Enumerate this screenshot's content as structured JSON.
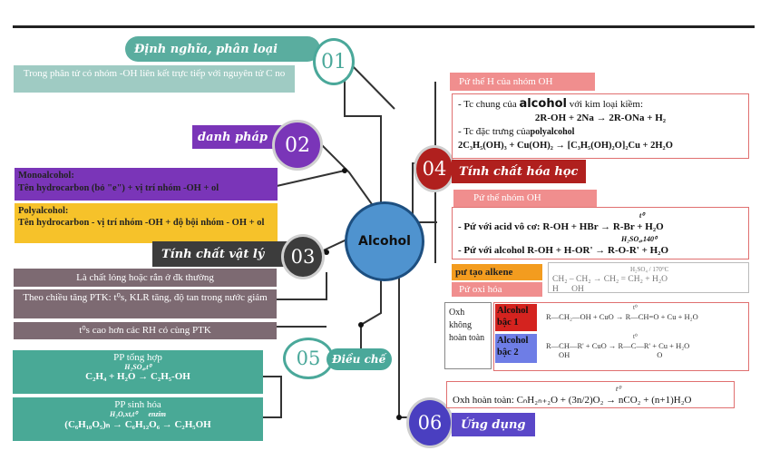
{
  "center": {
    "label": "Alcohol"
  },
  "s01": {
    "num": "01",
    "title": "Định nghĩa, phân loại",
    "text": "Trong phân tử có nhóm -OH liên kết trực tiếp với nguyên tử C no"
  },
  "s02": {
    "num": "02",
    "title": "danh pháp",
    "mono_title": "Monoalcohol:",
    "mono_text": "Tên hydrocarbon (bỏ \"e\") + vị trí nhóm -OH + ol",
    "poly_title": "Polyalcohol:",
    "poly_text": "Tên hydrocarbon - vị trí nhóm -OH + độ bội nhóm - OH + ol"
  },
  "s03": {
    "num": "03",
    "title": "Tính chất vật lý",
    "p1": "Là chất lỏng hoặc rắn ở đk thường",
    "p2": "Theo chiều tăng PTK: t⁰s, KLR tăng, độ tan trong nước giảm",
    "p3": "t⁰s cao hơn các RH có cùng PTK"
  },
  "s04": {
    "num": "04",
    "title": "Tính chất hóa học",
    "h1": "Pứ thế H của nhóm OH",
    "a1": "- Tc chung của",
    "a1_bold": "alcohol",
    "a1_end": "với kim loại kiềm:",
    "a2": "2R-OH + 2Na → 2R-ONa + H₂",
    "a3": "- Tc đặc trưng của",
    "a3_bold": "polyalcohol",
    "a4": "2C₃H₅(OH)₃ + Cu(OH)₂ → [C₃H₅(OH)₂O]₂Cu + 2H₂O",
    "h2": "Pứ thế nhóm OH",
    "b1": "- Pứ với acid vô cơ: R-OH + HBr → R-Br + H₂O",
    "b1_cond": "t⁰",
    "b2": "- Pứ với alcohol R-OH + H-OR' → R-O-R' + H₂O",
    "b2_cond": "H₂SO₄,140⁰",
    "h3": "pư tạo alkene",
    "alkene": "CH₂ – CH₂ → CH₂ = CH₂ + H₂O",
    "alkene_h": "H",
    "alkene_oh": "OH",
    "alkene_cond": "H₂SO₄ / 170°C",
    "h4": "Pứ oxi hóa",
    "ox_label": "Oxh không hoàn toàn",
    "deg1": "Alcohol bậc 1",
    "deg2": "Alcohol bậc 2",
    "eq1": "R—CH₂—OH + CuO → R—CH=O + Cu + H₂O",
    "eq2": "R—CH—R' + CuO → R—C—R' + Cu + H₂O",
    "eq2_oh": "OH",
    "eq2_o": "O",
    "eq_cond": "t⁰",
    "full_ox": "Oxh hoàn toàn: CₙH₂ₙ₊₂O + (3n/2)O₂ → nCO₂ + (n+1)H₂O",
    "full_cond": "t⁰"
  },
  "s05": {
    "num": "05",
    "title": "Điều chế",
    "m1_title": "PP tổng hợp",
    "m1_eq": "C₂H₄ + H₂O → C₂H₅-OH",
    "m1_cond": "H₂SO₄,t⁰",
    "m2_title": "PP sinh hóa",
    "m2_eq": "(C₆H₁₀O₅)ₙ → C₆H₁₂O₆ → C₂H₅OH",
    "m2_cond1": "H₂O,xt,t⁰",
    "m2_cond2": "enzim"
  },
  "s06": {
    "num": "06",
    "title": "Ứng dụng"
  },
  "colors": {
    "teal": "#4aa89a",
    "purple": "#7a35b8",
    "red": "#b0201e",
    "dark": "#3c3c3c",
    "blue": "#3f8fd6",
    "pink": "#f08e8e"
  }
}
